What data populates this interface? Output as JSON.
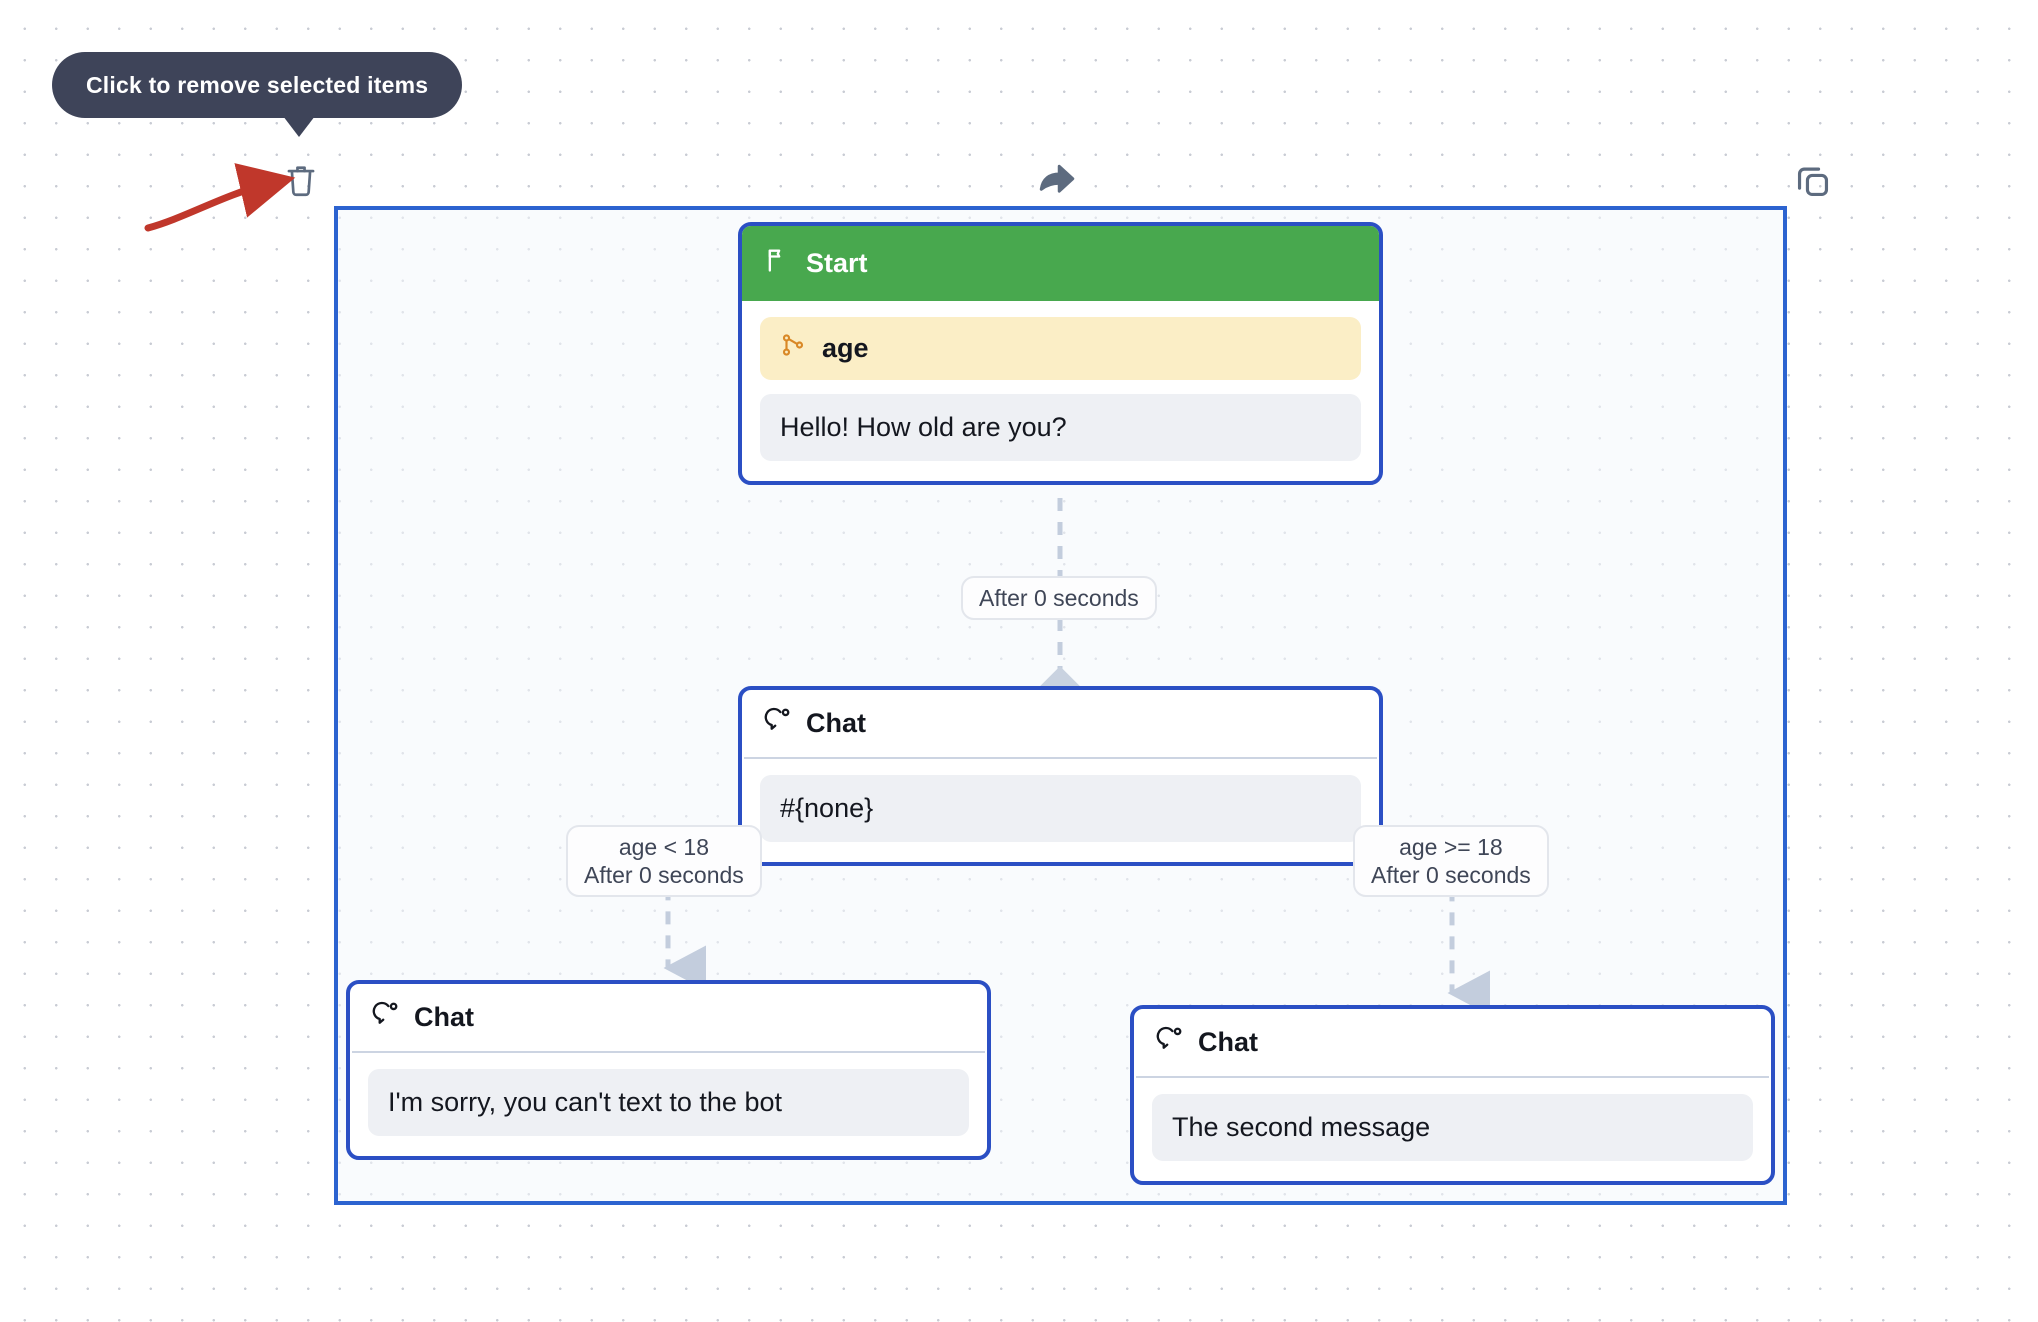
{
  "tooltip": {
    "text": "Click to remove selected items",
    "pointer_icon": "red-curved-arrow"
  },
  "toolbar": {
    "items": [
      {
        "name": "delete-icon",
        "title": "Delete selected items"
      },
      {
        "name": "share-icon",
        "title": "Share"
      },
      {
        "name": "duplicate-icon",
        "title": "Duplicate"
      }
    ]
  },
  "colors": {
    "selection_border": "#2b4fc4",
    "node_border": "#2b4fc4",
    "start_header": "#48a84e",
    "variable_row": "#fbeec6",
    "variable_icon": "#d98826",
    "bubble": "#eef0f4",
    "tooltip_bg": "#3e4459",
    "edge": "#c3cddd",
    "pointer_arrow": "#c0372b"
  },
  "nodes": [
    {
      "id": "start",
      "type": "start",
      "icon": "flag-icon",
      "title": "Start",
      "variable": {
        "icon": "branch-icon",
        "name": "age"
      },
      "message": "Hello! How old are you?"
    },
    {
      "id": "chat-main",
      "type": "chat",
      "icon": "chat-bubble-icon",
      "title": "Chat",
      "message": "#{none}"
    },
    {
      "id": "chat-left",
      "type": "chat",
      "icon": "chat-bubble-icon",
      "title": "Chat",
      "message": "I'm sorry, you can't text to the bot"
    },
    {
      "id": "chat-right",
      "type": "chat",
      "icon": "chat-bubble-icon",
      "title": "Chat",
      "message": "The second message"
    }
  ],
  "edges": [
    {
      "id": "e1",
      "from": "start",
      "to": "chat-main",
      "label_line1": "After 0 seconds",
      "label_line2": ""
    },
    {
      "id": "e2",
      "from": "chat-main",
      "to": "chat-left",
      "label_line1": "age < 18",
      "label_line2": "After 0 seconds"
    },
    {
      "id": "e3",
      "from": "chat-main",
      "to": "chat-right",
      "label_line1": "age >= 18",
      "label_line2": "After 0 seconds"
    }
  ]
}
